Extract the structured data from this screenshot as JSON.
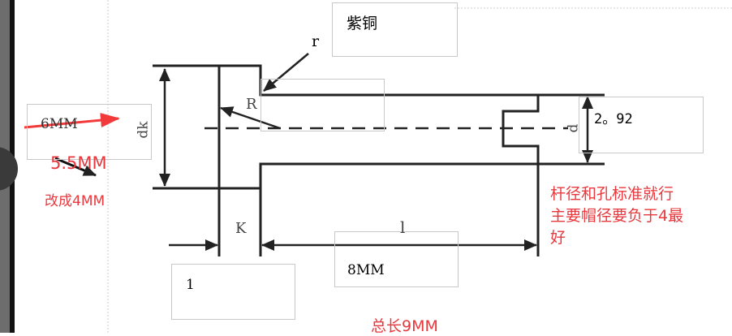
{
  "labels": {
    "material": "紫铜",
    "r": "r",
    "R": "R",
    "dk": "dk",
    "d": "d",
    "K": "K",
    "l": "l",
    "d_value": "2。92",
    "dk_value": "6MM",
    "k_value": "1",
    "l_value": "8MM"
  },
  "annotations": {
    "dk_new": "5.5MM",
    "dk_change": "改成4MM",
    "note_line1": "杆径和孔标准就行",
    "note_line2": "主要帽径要负于4最",
    "note_line3": "好",
    "total_length": "总长9MM"
  },
  "colors": {
    "annotation": "#e8383d",
    "line": "#222222"
  }
}
